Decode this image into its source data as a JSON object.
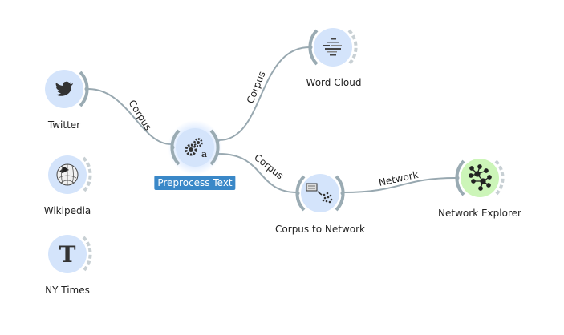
{
  "nodes": [
    {
      "id": "twitter",
      "label": "Twitter",
      "icon": "twitter-bird-icon",
      "color": "#d4e4fb",
      "selected": false,
      "has_input": false,
      "has_output": true,
      "output_connected": true
    },
    {
      "id": "wikipedia",
      "label": "Wikipedia",
      "icon": "wikipedia-globe-icon",
      "color": "#d4e4fb",
      "selected": false,
      "has_input": false,
      "has_output": true,
      "output_connected": false
    },
    {
      "id": "nytimes",
      "label": "NY Times",
      "icon": "nytimes-logo-icon",
      "color": "#d4e4fb",
      "selected": false,
      "has_input": false,
      "has_output": true,
      "output_connected": false
    },
    {
      "id": "preprocess",
      "label": "Preprocess Text",
      "icon": "gears-icon",
      "color": "#d4e4fb",
      "selected": true,
      "has_input": true,
      "has_output": true,
      "output_connected": true
    },
    {
      "id": "wordcloud",
      "label": "Word Cloud",
      "icon": "word-cloud-icon",
      "color": "#d4e4fb",
      "selected": false,
      "has_input": true,
      "has_output": true,
      "output_connected": false
    },
    {
      "id": "corpus2net",
      "label": "Corpus to Network",
      "icon": "corpus-to-network-icon",
      "color": "#d4e4fb",
      "selected": false,
      "has_input": true,
      "has_output": true,
      "output_connected": true
    },
    {
      "id": "netexplorer",
      "label": "Network Explorer",
      "icon": "network-graph-icon",
      "color": "#ccf5b8",
      "selected": false,
      "has_input": true,
      "has_output": true,
      "output_connected": false
    }
  ],
  "links": [
    {
      "from": "twitter",
      "to": "preprocess",
      "label": "Corpus"
    },
    {
      "from": "preprocess",
      "to": "wordcloud",
      "label": "Corpus"
    },
    {
      "from": "preprocess",
      "to": "corpus2net",
      "label": "Corpus"
    },
    {
      "from": "corpus2net",
      "to": "netexplorer",
      "label": "Network"
    }
  ],
  "colors": {
    "link": "#98a8b0",
    "channel": "#9aabb3",
    "selection": "#3a88c8"
  }
}
